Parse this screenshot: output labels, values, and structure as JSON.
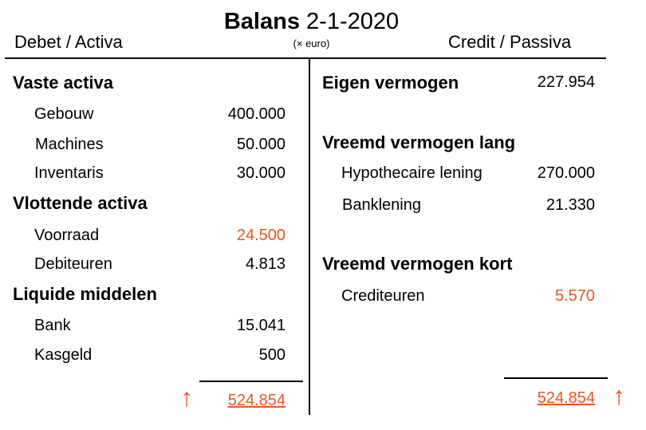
{
  "title": {
    "bold": "Balans",
    "date": "2-1-2020"
  },
  "unit": "(× euro)",
  "debit_header": "Debet / Activa",
  "credit_header": "Credit / Passiva",
  "debit": {
    "fixed": {
      "heading": "Vaste activa",
      "items": [
        {
          "label": "Gebouw",
          "amount": "400.000"
        },
        {
          "label": "Machines",
          "amount": "50.000"
        },
        {
          "label": "Inventaris",
          "amount": "30.000"
        }
      ]
    },
    "current": {
      "heading": "Vlottende activa",
      "items": [
        {
          "label": "Voorraad",
          "amount": "24.500"
        },
        {
          "label": "Debiteuren",
          "amount": "4.813"
        }
      ]
    },
    "liquid": {
      "heading": "Liquide middelen",
      "items": [
        {
          "label": "Bank",
          "amount": "15.041"
        },
        {
          "label": "Kasgeld",
          "amount": "500"
        }
      ]
    },
    "total": "524.854",
    "arrow": "↑"
  },
  "credit": {
    "equity": {
      "heading": "Eigen vermogen",
      "amount": "227.954"
    },
    "long": {
      "heading": "Vreemd vermogen lang",
      "items": [
        {
          "label": "Hypothecaire lening",
          "amount": "270.000"
        },
        {
          "label": "Banklening",
          "amount": "21.330"
        }
      ]
    },
    "short": {
      "heading": "Vreemd vermogen kort",
      "items": [
        {
          "label": "Crediteuren",
          "amount": "5.570"
        }
      ]
    },
    "total": "524.854",
    "arrow": "↑"
  },
  "colors": {
    "highlight": "#e8561c"
  }
}
